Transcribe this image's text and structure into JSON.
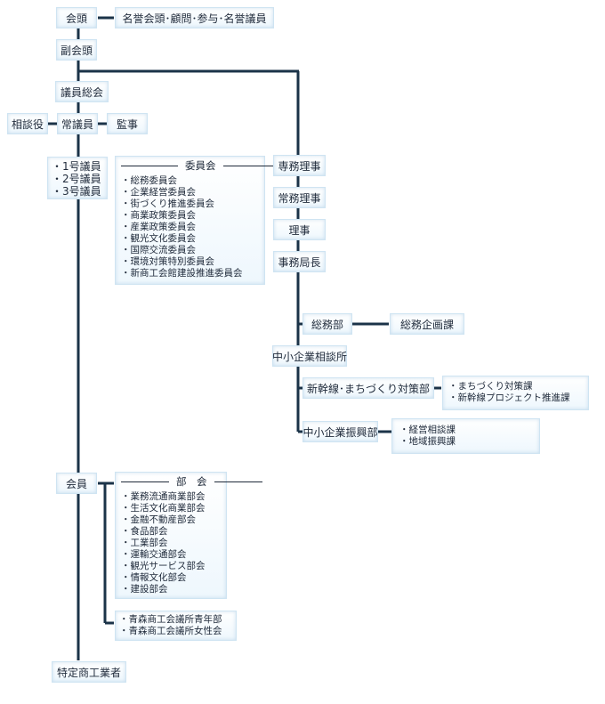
{
  "boxes": {
    "kaito": "会頭",
    "meiyo": "名誉会頭･顧問･参与･名誉議員",
    "fukukaito": "副会頭",
    "giin_sokai": "議員総会",
    "sodanyaku": "相談役",
    "jogiin": "常議員",
    "kanji": "監事",
    "senmu": "専務理事",
    "jomu": "常務理事",
    "riji": "理事",
    "jimukyokucho": "事務局長",
    "somubu": "総務部",
    "somukikaku": "総務企画課",
    "chusho_sodan": "中小企業相談所",
    "shinkansen_bu": "新幹線･まちづくり対策部",
    "chusho_shinko": "中小企業振興部",
    "kaiin": "会員",
    "tokutei": "特定商工業者"
  },
  "giin_list": [
    "1号議員",
    "2号議員",
    "3号議員"
  ],
  "iinkai": {
    "title": "委員会",
    "items": [
      "総務委員会",
      "企業経営委員会",
      "街づくり推進委員会",
      "商業政策委員会",
      "産業政策委員会",
      "観光文化委員会",
      "国際交流委員会",
      "環境対策特別委員会",
      "新商工会館建設推進委員会"
    ]
  },
  "shinkansen_ka": [
    "まちづくり対策課",
    "新幹線プロジェクト推進課"
  ],
  "shinko_ka": [
    "経営相談課",
    "地域振興課"
  ],
  "bukai": {
    "title": "部　会",
    "items": [
      "業務流通商業部会",
      "生活文化商業部会",
      "金融不動産部会",
      "食品部会",
      "工業部会",
      "運輸交通部会",
      "観光サービス部会",
      "情報文化部会",
      "建設部会"
    ]
  },
  "seinen": [
    "青森商工会議所青年部",
    "青森商工会議所女性会"
  ],
  "line_color": "#1b3348"
}
